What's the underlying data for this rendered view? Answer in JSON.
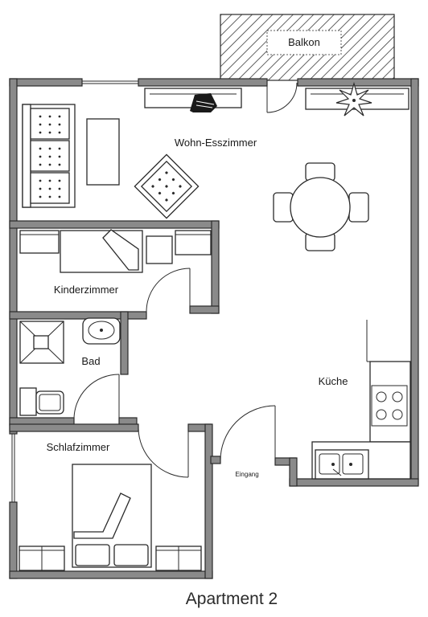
{
  "plan": {
    "title": "Apartment 2",
    "rooms": {
      "balcony": "Balkon",
      "living": "Wohn-Esszimmer",
      "kids": "Kinderzimmer",
      "bath": "Bad",
      "kitchen": "Küche",
      "bedroom": "Schlafzimmer",
      "entrance": "Eingang"
    }
  }
}
